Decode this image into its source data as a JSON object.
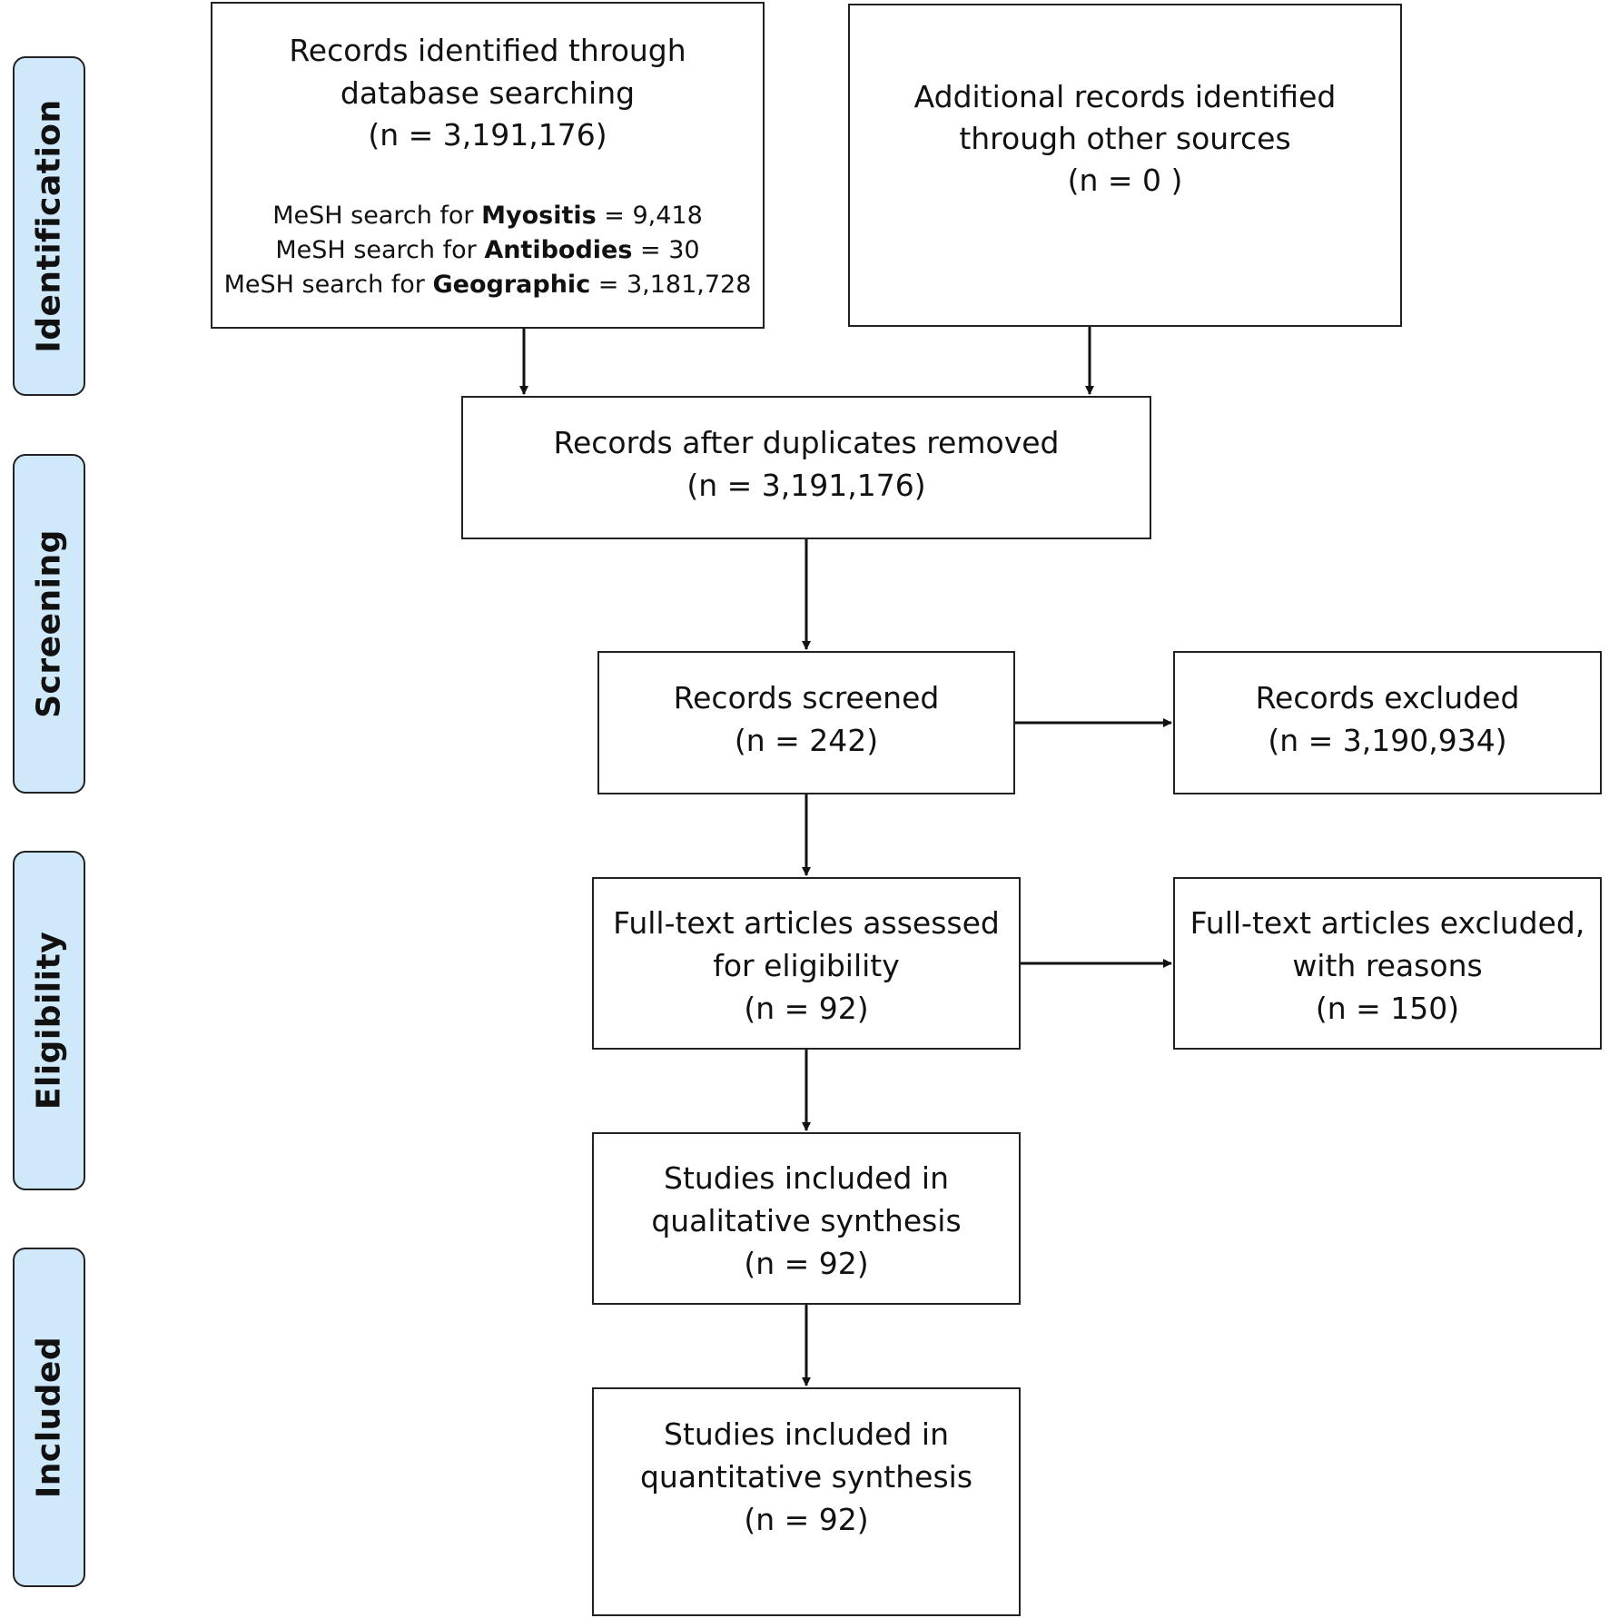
{
  "stages": {
    "identification": "Identification",
    "screening": "Screening",
    "eligibility": "Eligibility",
    "included": "Included"
  },
  "boxes": {
    "database": {
      "line1": "Records identified through",
      "line2": "database searching",
      "count": "(n =  3,191,176)",
      "mesh": [
        {
          "prefix": "MeSH search for ",
          "term": "Myositis",
          "value": " = 9,418"
        },
        {
          "prefix": "MeSH search for ",
          "term": "Antibodies",
          "value": " = 30"
        },
        {
          "prefix": "MeSH search for ",
          "term": "Geographic",
          "value": " = 3,181,728"
        }
      ]
    },
    "other_sources": {
      "line1": "Additional records identified",
      "line2": "through other sources",
      "count": "(n =  0 )"
    },
    "duplicates_removed": {
      "line1": "Records after duplicates removed",
      "count": "(n =  3,191,176)"
    },
    "screened": {
      "line1": "Records screened",
      "count": "(n =  242)"
    },
    "excluded": {
      "line1": "Records excluded",
      "count": "(n =  3,190,934)"
    },
    "fulltext_assessed": {
      "line1": "Full-text articles assessed",
      "line2": "for eligibility",
      "count": "(n =  92)"
    },
    "fulltext_excluded": {
      "line1": "Full-text articles excluded,",
      "line2": "with reasons",
      "count": "(n =  150)"
    },
    "qualitative": {
      "line1": "Studies included in",
      "line2": "qualitative synthesis",
      "count": "(n =   92)"
    },
    "quantitative": {
      "line1": "Studies included in",
      "line2": "quantitative synthesis",
      "count": "(n =   92)"
    }
  }
}
